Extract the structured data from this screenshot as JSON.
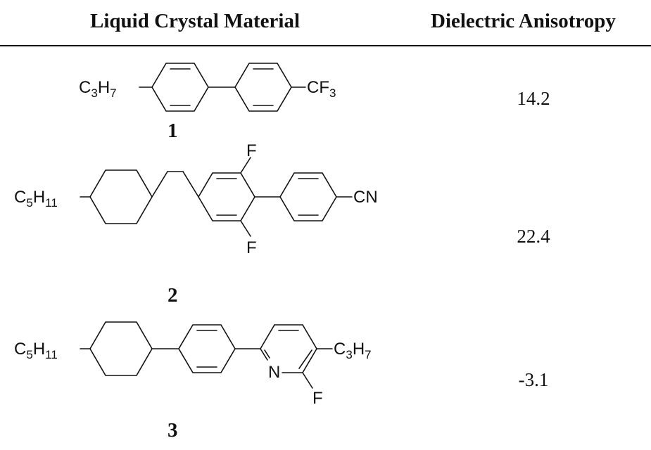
{
  "table": {
    "headers": {
      "material": "Liquid Crystal Material",
      "dielectric": "Dielectric Anisotropy"
    },
    "rows": [
      {
        "label": "1",
        "value": "14.2",
        "atoms": {
          "c": "C",
          "three": "3",
          "h": "H",
          "seven": "7",
          "cf": "CF",
          "cf3": "3"
        }
      },
      {
        "label": "2",
        "value": "22.4",
        "atoms": {
          "c": "C",
          "five": "5",
          "h": "H",
          "eleven": "11",
          "f_top": "F",
          "f_bottom": "F",
          "cn": "CN"
        }
      },
      {
        "label": "3",
        "value": "-3.1",
        "atoms": {
          "c": "C",
          "five": "5",
          "h": "H",
          "eleven": "11",
          "n": "N",
          "f": "F",
          "c2": "C",
          "three": "3",
          "h2": "H",
          "seven": "7"
        }
      }
    ]
  }
}
